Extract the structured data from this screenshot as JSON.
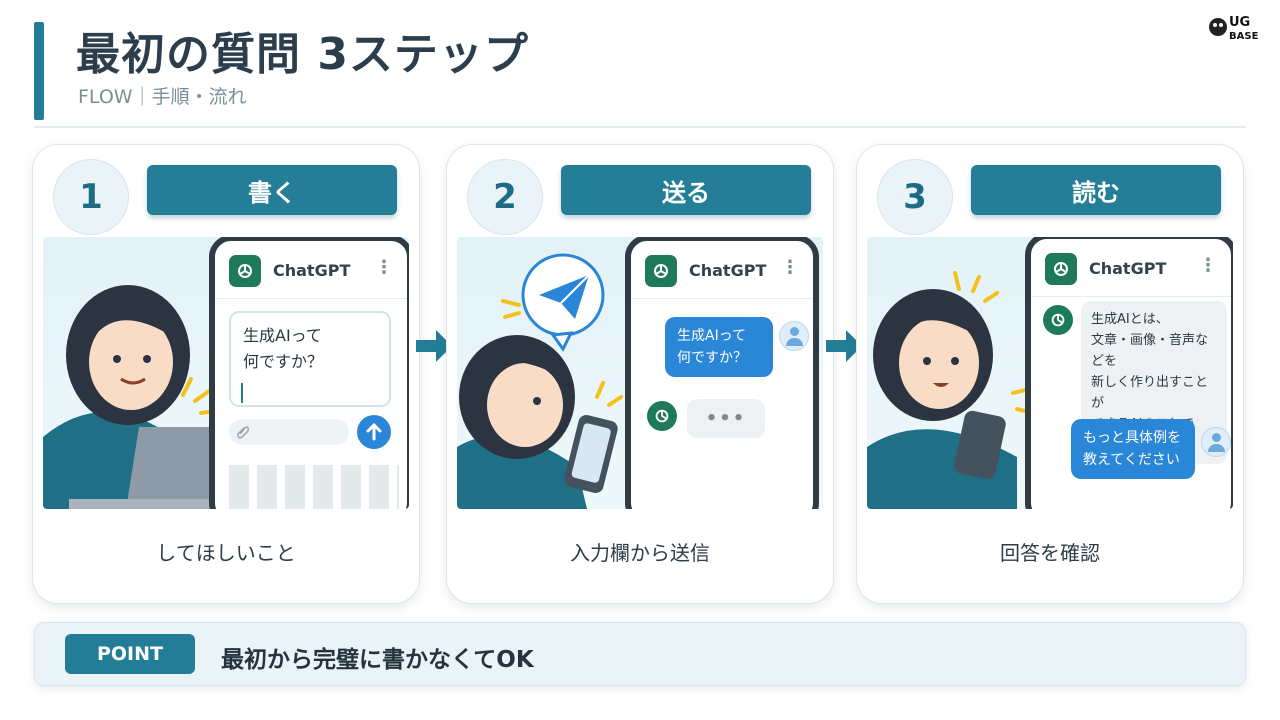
{
  "header": {
    "title": "最初の質問 3ステップ",
    "subtitle": "FLOW｜手順・流れ",
    "logo_text_top": "UG",
    "logo_text_bottom": "BASE"
  },
  "steps": [
    {
      "number": "1",
      "label": "書く",
      "caption": "してほしいこと",
      "phone": {
        "app_name": "ChatGPT",
        "menu": "⋮",
        "input_text": "生成AIって\n何ですか？"
      }
    },
    {
      "number": "2",
      "label": "送る",
      "caption": "入力欄から送信",
      "phone": {
        "app_name": "ChatGPT",
        "menu": "⋮",
        "user_message": "生成AIって\n何ですか？",
        "typing": "•••"
      }
    },
    {
      "number": "3",
      "label": "読む",
      "caption": "回答を確認",
      "phone": {
        "app_name": "ChatGPT",
        "menu": "⋮",
        "ai_message": "生成AIとは、\n文章・画像・音声などを\n新しく作り出すことが\nできるAIのことです。",
        "user_message": "もっと具体例を\n教えてください"
      }
    }
  ],
  "point": {
    "badge": "POINT",
    "text": "最初から完璧に書かなくてOK"
  },
  "colors": {
    "accent": "#237d97",
    "user_bubble": "#2a86d6",
    "gpt_green": "#1f7a5a",
    "card_border": "#dde6ea"
  },
  "icons": [
    "gpt-logo-icon",
    "send-arrow-icon",
    "paperclip-icon",
    "paper-plane-icon",
    "user-avatar-icon",
    "flow-arrow-icon"
  ]
}
